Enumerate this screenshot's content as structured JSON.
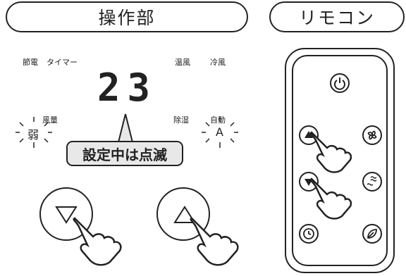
{
  "panel": {
    "header": "操作部",
    "labels": {
      "economy": "節電",
      "timer": "タイマー",
      "warm": "温風",
      "cool": "冷風",
      "fan_volume": "風量",
      "dehumidify": "除湿",
      "auto": "自動"
    },
    "display_value": "23",
    "fan_level": "弱",
    "auto_indicator": "A",
    "callout": "設定中は点滅"
  },
  "remote": {
    "header": "リモコン"
  }
}
